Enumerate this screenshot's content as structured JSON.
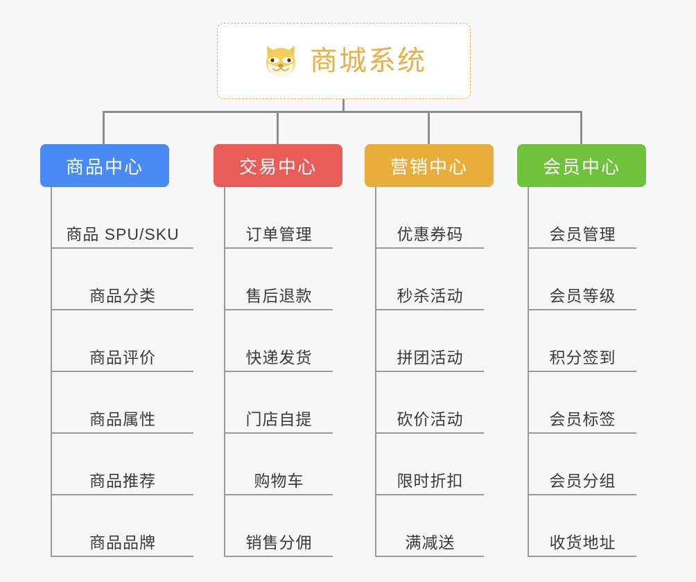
{
  "root": {
    "title": "商城系统",
    "icon": "shiba-dog-icon",
    "border_color": "#e9b44c",
    "text_color": "#e8b04a",
    "background": "#ffffff"
  },
  "canvas": {
    "background": "#f7f7f7",
    "connector_color": "#8c8c8c",
    "leaf_line_color": "#9a9a9a"
  },
  "columns": [
    {
      "id": "product-center",
      "title": "商品中心",
      "color": "#4a8af4",
      "items": [
        {
          "label": "商品 SPU/SKU"
        },
        {
          "label": "商品分类"
        },
        {
          "label": "商品评价"
        },
        {
          "label": "商品属性"
        },
        {
          "label": "商品推荐"
        },
        {
          "label": "商品品牌"
        }
      ]
    },
    {
      "id": "trade-center",
      "title": "交易中心",
      "color": "#e85d58",
      "items": [
        {
          "label": "订单管理"
        },
        {
          "label": "售后退款"
        },
        {
          "label": "快递发货"
        },
        {
          "label": "门店自提"
        },
        {
          "label": "购物车"
        },
        {
          "label": "销售分佣"
        }
      ]
    },
    {
      "id": "marketing-center",
      "title": "营销中心",
      "color": "#e8ae3c",
      "items": [
        {
          "label": "优惠券码"
        },
        {
          "label": "秒杀活动"
        },
        {
          "label": "拼团活动"
        },
        {
          "label": "砍价活动"
        },
        {
          "label": "限时折扣"
        },
        {
          "label": "满减送"
        }
      ]
    },
    {
      "id": "member-center",
      "title": "会员中心",
      "color": "#70c13c",
      "items": [
        {
          "label": "会员管理"
        },
        {
          "label": "会员等级"
        },
        {
          "label": "积分签到"
        },
        {
          "label": "会员标签"
        },
        {
          "label": "会员分组"
        },
        {
          "label": "收货地址"
        }
      ]
    }
  ]
}
